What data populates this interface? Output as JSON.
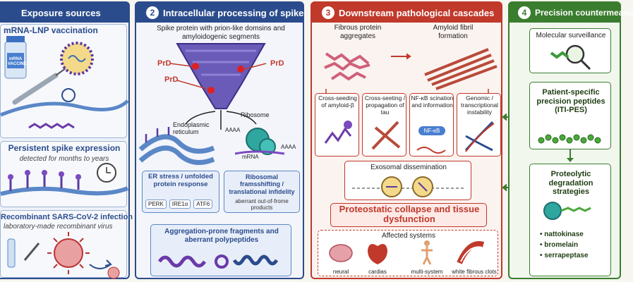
{
  "panel1": {
    "title": "Exposure sources",
    "vaccination": {
      "title": "mRNA-LNP vaccination",
      "vial_label": "mRNA VACCINE"
    },
    "persistent": {
      "title": "Persistent spike expression",
      "subtitle": "detected for months to years"
    },
    "recombinant": {
      "title": "Recombinant SARS-CoV-2 infection",
      "subtitle": "laboratory-made recombinant virus"
    }
  },
  "panel2": {
    "number": "2",
    "title": "Intracellular processing of spike",
    "spike_caption": "Spike protein with prion-like domsins and amyloidogenic segments",
    "prd_labels": [
      "PrD",
      "PrD",
      "PrD"
    ],
    "er_label": "Endoplasmic reticulum",
    "ribosome_label": "Ribosome",
    "mrna_label": "mRNA",
    "poly_a": "AAAA",
    "er_stress": {
      "title": "ER stress / unfolded protein response",
      "chips": [
        "PERK",
        "IRE1α",
        "ATF6"
      ]
    },
    "ribosomal": {
      "title": "Ribosomal framsshifting / translational infidelity",
      "subtitle": "aberrant out-of-frome products"
    },
    "aggregation": {
      "title": "Aggregation-prone fragments and aberrant polypeptides"
    }
  },
  "panel3": {
    "number": "3",
    "title": "Downstream pathological cascades",
    "fibrous_label": "Fibrous protein aggregates",
    "amyloid_label": "Amyloid fibril formation",
    "cards": [
      {
        "title": "Cross-seeding of amyloid-β"
      },
      {
        "title": "Cross-seeting / propagation of tau"
      },
      {
        "title": "NF-κB scination and information",
        "badge": "NF-κB"
      },
      {
        "title": "Genomic / transcriptional instability"
      }
    ],
    "exosomal": "Exosomal dissemination",
    "collapse": "Proteostatic collapse and tissue dysfunction",
    "affected": {
      "title": "Affected systems",
      "items": [
        "neural",
        "cardias",
        "multi-system",
        "white fibrous clots"
      ]
    }
  },
  "panel4": {
    "number": "4",
    "title": "Precision countermeasu",
    "surveillance": "Molecular surveillance",
    "peptides": "Patient-specific precision peptides (ITI-PES)",
    "proteolytic": "Proteolytic degradation strategies",
    "enzymes": [
      "nattokinase",
      "bromelain",
      "serrapeptase"
    ]
  },
  "colors": {
    "blue": "#2b4c8c",
    "red": "#c0392b",
    "green": "#3a7d2e",
    "purple": "#5b3aa0"
  }
}
